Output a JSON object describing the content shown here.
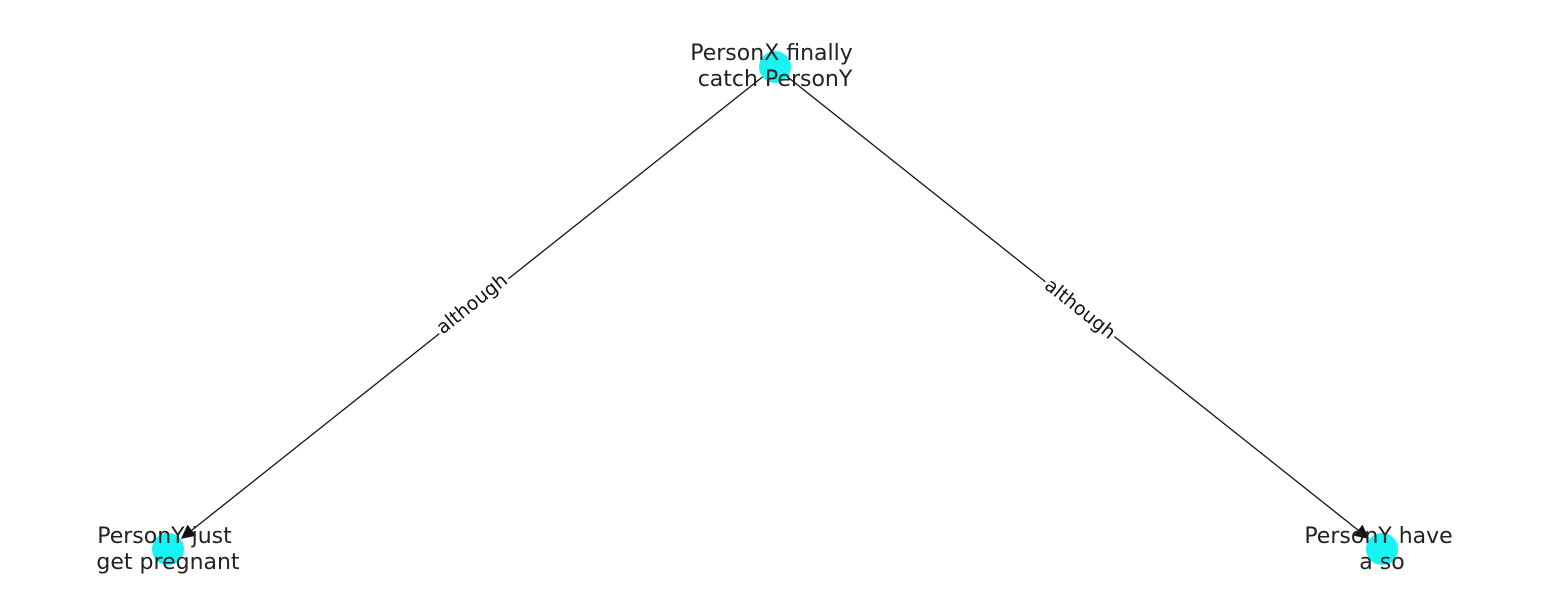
{
  "colors": {
    "node": "#18f3f3",
    "edge": "#111111",
    "text": "#222222"
  },
  "nodes": [
    {
      "id": "top",
      "lines": [
        "PersonX finally",
        "catch PersonY"
      ]
    },
    {
      "id": "left",
      "lines": [
        "PersonY just",
        "get pregnant"
      ]
    },
    {
      "id": "right",
      "lines": [
        "PersonY have",
        "a so"
      ]
    }
  ],
  "edges": [
    {
      "from": "top",
      "to": "left",
      "label": "although"
    },
    {
      "from": "top",
      "to": "right",
      "label": "although"
    }
  ]
}
